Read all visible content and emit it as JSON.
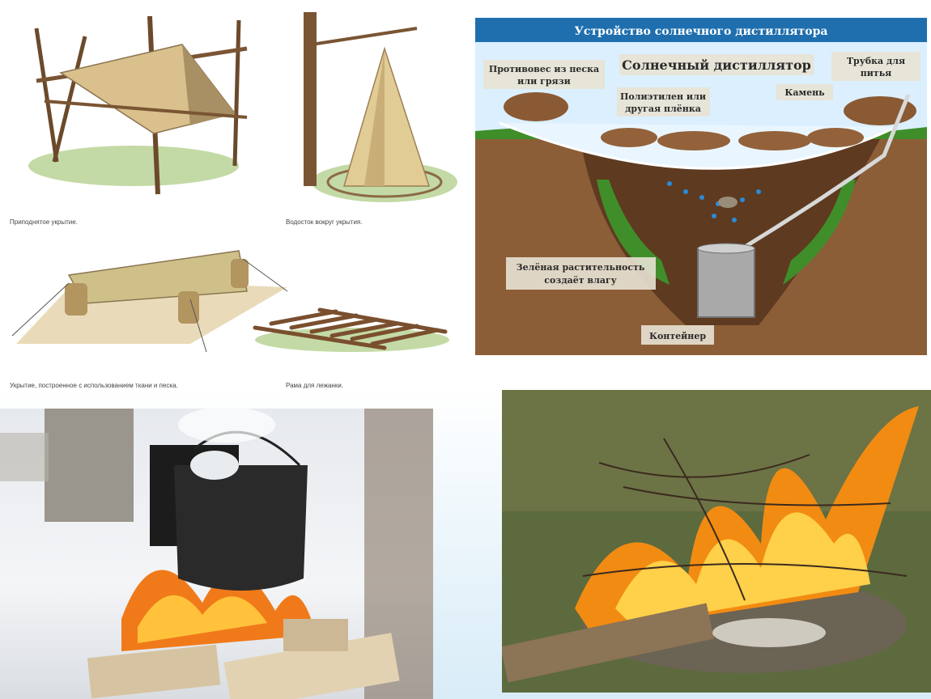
{
  "shelters": {
    "captions": {
      "raised": "Приподнятое укрытие.",
      "ditch": "Водосток вокруг укрытия.",
      "cloth_sand": "Укрытие, построенное с использованием ткани и песка.",
      "frame": "Рама для лежанки."
    }
  },
  "distiller": {
    "banner": "Устройство солнечного дистиллятора",
    "title": "Солнечный дистиллятор",
    "labels": {
      "counterweight_1": "Противовес из песка",
      "counterweight_2": "или грязи",
      "film_1": "Полиэтилен или",
      "film_2": "другая плёнка",
      "stone": "Камень",
      "tube_1": "Трубка для",
      "tube_2": "питья",
      "green_1": "Зелёная растительность",
      "green_2": "создаёт влагу",
      "container": "Контейнер"
    },
    "colors": {
      "banner": "#1f6fae",
      "soil": "#7a5232",
      "sky": "#dcefff",
      "grass": "#3f8e2a"
    }
  },
  "photos": {
    "left": "pot-over-campfire-in-snow",
    "right": "bonfire-on-grass"
  }
}
